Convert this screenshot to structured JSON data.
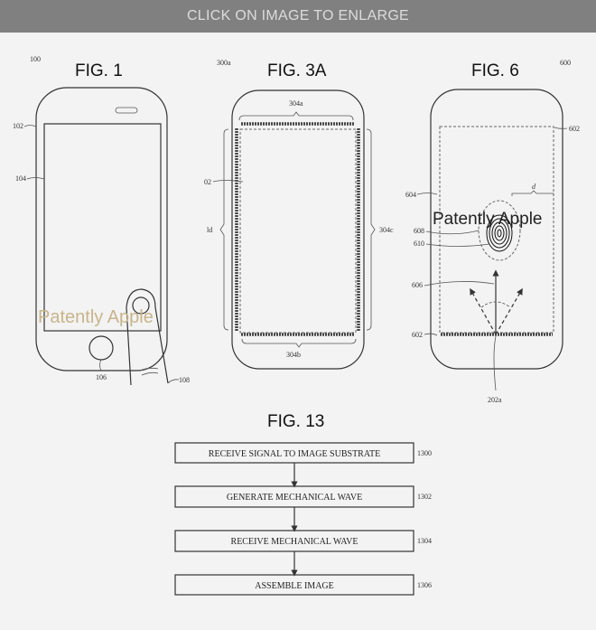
{
  "header": {
    "label": "CLICK ON IMAGE TO ENLARGE"
  },
  "watermark": "Patently Apple",
  "watermark_color": "#c8b48a",
  "fig1": {
    "title": "FIG. 1",
    "refs": {
      "r100": "100",
      "r102": "102",
      "r104": "104",
      "r106": "106",
      "r108": "108"
    }
  },
  "fig3a": {
    "title": "FIG. 3A",
    "refs": {
      "r300a": "300a",
      "r304a": "304a",
      "r304b": "304b",
      "r304c": "304c",
      "r02": "02",
      "rld": "ld"
    }
  },
  "fig6": {
    "title": "FIG. 6",
    "refs": {
      "r600": "600",
      "r602a": "602",
      "r602b": "602",
      "r604": "604",
      "r606": "606",
      "r608": "608",
      "r610": "610",
      "r202a": "202a",
      "rd": "d"
    }
  },
  "fig13": {
    "title": "FIG. 13",
    "steps": [
      {
        "label": "RECEIVE SIGNAL TO IMAGE SUBSTRATE",
        "ref": "1300"
      },
      {
        "label": "GENERATE MECHANICAL WAVE",
        "ref": "1302"
      },
      {
        "label": "RECEIVE MECHANICAL WAVE",
        "ref": "1304"
      },
      {
        "label": "ASSEMBLE IMAGE",
        "ref": "1306"
      }
    ]
  }
}
